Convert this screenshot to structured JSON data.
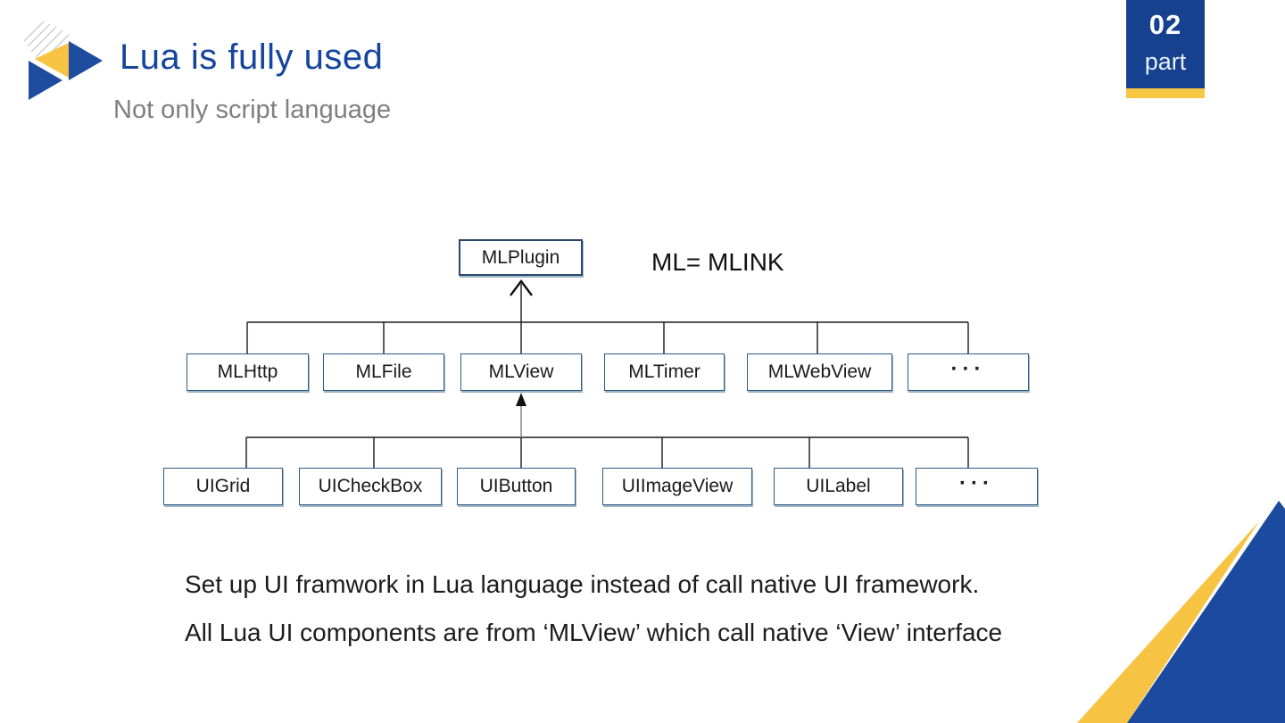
{
  "slide": {
    "title": "Lua is fully used",
    "subtitle": "Not only script language",
    "part": {
      "number": "02",
      "label": "part"
    },
    "colors": {
      "brand_blue": "#15459c",
      "badge_blue": "#15418f",
      "accent_yellow": "#f6c343",
      "subtitle_gray": "#7f7f7f",
      "box_border_blue": "#2e5c86",
      "connector_black": "#1a1a1a"
    },
    "icons": {
      "logo": "triangle-play-logo (two blue triangles + yellow triangle + gray speed lines)",
      "corner": "corner-triangles (blue triangle with yellow sliver, bottom-right)"
    }
  },
  "diagram": {
    "annotation": "ML= MLINK",
    "root": {
      "label": "MLPlugin"
    },
    "level2": [
      {
        "label": "MLHttp"
      },
      {
        "label": "MLFile"
      },
      {
        "label": "MLView"
      },
      {
        "label": "MLTimer"
      },
      {
        "label": "MLWebView"
      },
      {
        "label": "···"
      }
    ],
    "level3": [
      {
        "label": "UIGrid"
      },
      {
        "label": "UICheckBox"
      },
      {
        "label": "UIButton"
      },
      {
        "label": "UIImageView"
      },
      {
        "label": "UILabel"
      },
      {
        "label": "···"
      }
    ]
  },
  "notes": {
    "line1": "Set up UI framwork in Lua language instead of call native UI framework.",
    "line2": "All Lua UI components are from ‘MLView’ which call native ‘View’ interface"
  }
}
